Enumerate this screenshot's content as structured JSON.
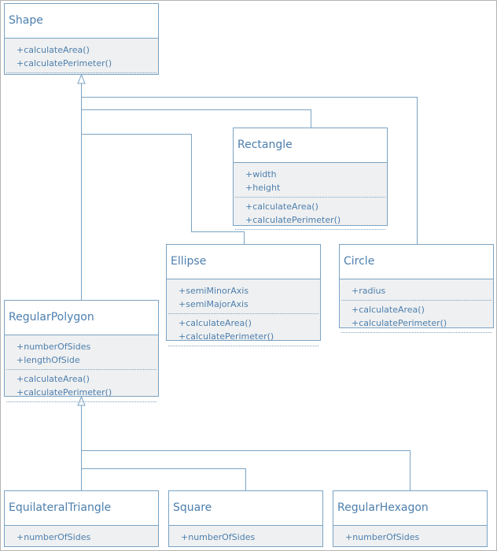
{
  "diagram": {
    "classes": {
      "shape": {
        "name": "Shape",
        "attributes": [],
        "operations": [
          "+calculateArea()",
          "+calculatePerimeter()"
        ]
      },
      "rectangle": {
        "name": "Rectangle",
        "attributes": [
          "+width",
          "+height"
        ],
        "operations": [
          "+calculateArea()",
          "+calculatePerimeter()"
        ]
      },
      "ellipse": {
        "name": "Ellipse",
        "attributes": [
          "+semiMinorAxis",
          "+semiMajorAxis"
        ],
        "operations": [
          "+calculateArea()",
          "+calculatePerimeter()"
        ]
      },
      "circle": {
        "name": "Circle",
        "attributes": [
          "+radius"
        ],
        "operations": [
          "+calculateArea()",
          "+calculatePerimeter()"
        ]
      },
      "regular_polygon": {
        "name": "RegularPolygon",
        "attributes": [
          "+numberOfSides",
          "+lengthOfSide"
        ],
        "operations": [
          "+calculateArea()",
          "+calculatePerimeter()"
        ]
      },
      "equilateral_triangle": {
        "name": "EquilateralTriangle",
        "attributes": [
          "+numberOfSides"
        ],
        "operations": []
      },
      "square": {
        "name": "Square",
        "attributes": [
          "+numberOfSides"
        ],
        "operations": []
      },
      "regular_hexagon": {
        "name": "RegularHexagon",
        "attributes": [
          "+numberOfSides"
        ],
        "operations": []
      }
    },
    "generalizations": [
      {
        "child": "rectangle",
        "parent": "shape"
      },
      {
        "child": "ellipse",
        "parent": "shape"
      },
      {
        "child": "circle",
        "parent": "shape"
      },
      {
        "child": "regular_polygon",
        "parent": "shape"
      },
      {
        "child": "equilateral_triangle",
        "parent": "regular_polygon"
      },
      {
        "child": "square",
        "parent": "regular_polygon"
      },
      {
        "child": "regular_hexagon",
        "parent": "regular_polygon"
      }
    ],
    "colors": {
      "line": "#7aa3c4",
      "text": "#4d7fae",
      "compartment": "#eff0f1",
      "frame": "#b4b4b4"
    }
  }
}
